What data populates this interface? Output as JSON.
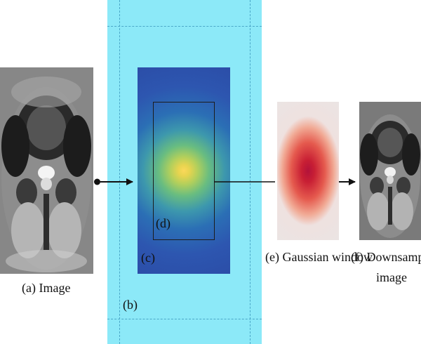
{
  "labels": {
    "a": "(a) Image",
    "b": "(b)",
    "c": "(c)",
    "d": "(d)",
    "e": "(e) Gaussian window",
    "f_line1": "(f) Downsampled",
    "f_line2": "image"
  },
  "colors": {
    "panel_b_background": "#8ce9f8",
    "panel_b_dashes": "#4aa7c8",
    "spectrum_center": "#fbd85a",
    "spectrum_outer": "#2b4aa4",
    "gaussian_peak": "#b3123a",
    "gaussian_edge": "#efe1df",
    "arrows": "#111111"
  }
}
